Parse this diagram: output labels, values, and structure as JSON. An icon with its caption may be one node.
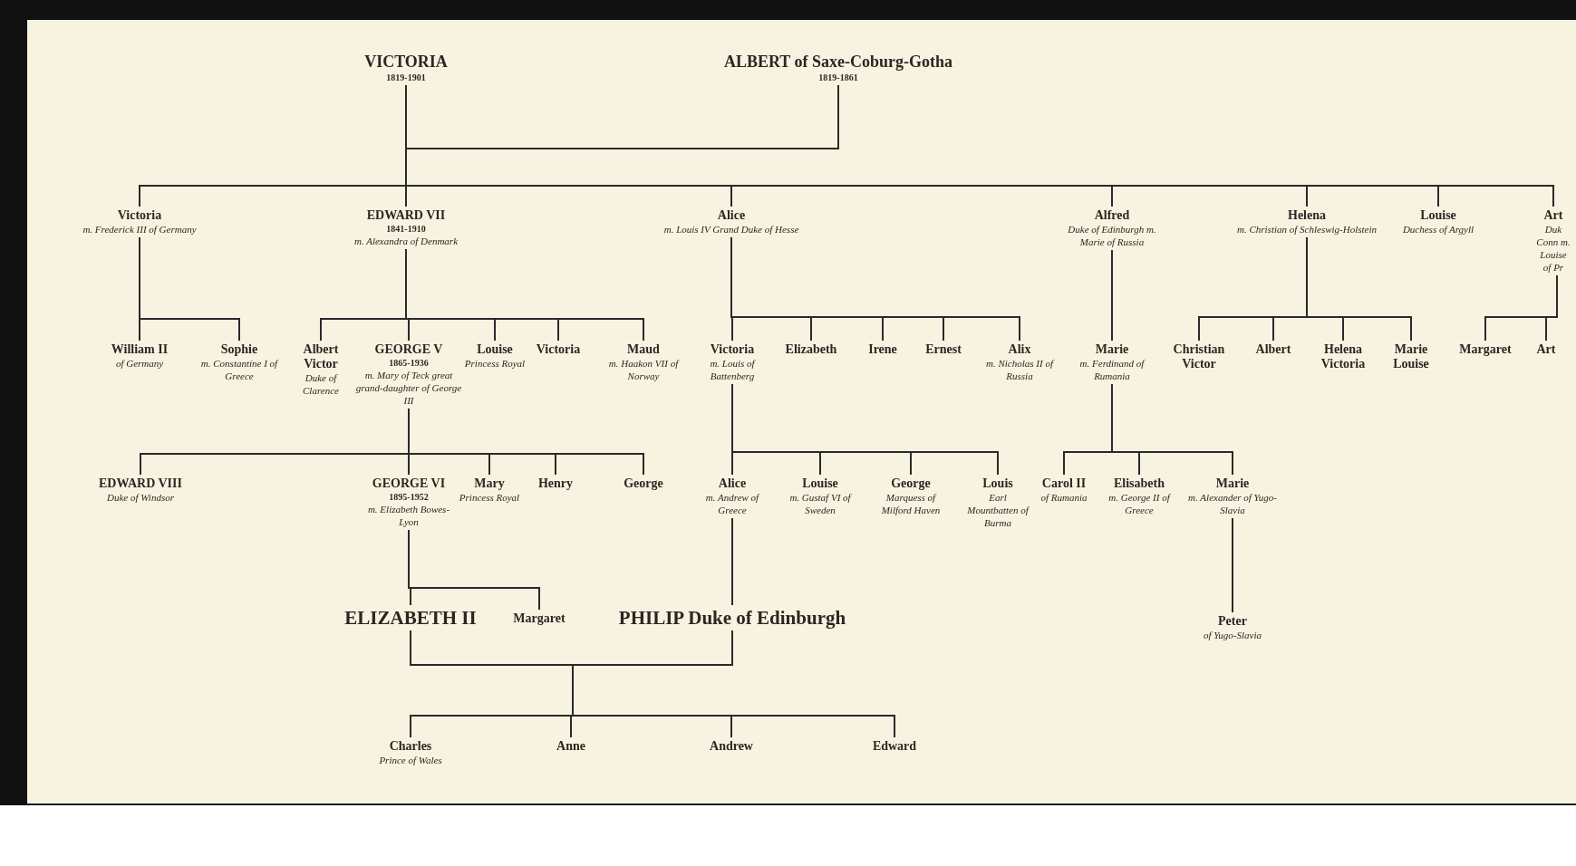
{
  "diagram": {
    "nodes": [
      {
        "text": [
          "VICTORIA",
          "1819-1901"
        ]
      },
      {
        "text": [
          "ALBERT of Saxe-Coburg-Gotha",
          "1819-1861"
        ]
      },
      {
        "text": [
          "Victoria",
          "m. Frederick III of Germany"
        ]
      },
      {
        "text": [
          "EDWARD VII",
          "1841-1910",
          "m. Alexandra of Denmark"
        ]
      },
      {
        "text": [
          "Alice",
          "m. Louis IV Grand Duke of Hesse"
        ]
      },
      {
        "text": [
          "Alfred",
          "Duke of Edinburgh m. Marie of Russia"
        ]
      },
      {
        "text": [
          "Helena",
          "m. Christian of Schleswig-Holstein"
        ]
      },
      {
        "text": [
          "Louise",
          "Duchess of Argyll"
        ]
      },
      {
        "text": [
          "Art",
          "Duk Conn m. Louise of Pr"
        ]
      },
      {
        "text": [
          "William II",
          "of Germany"
        ]
      },
      {
        "text": [
          "Sophie",
          "m. Constantine I of Greece"
        ]
      },
      {
        "text": [
          "Albert Victor",
          "Duke of Clarence"
        ]
      },
      {
        "text": [
          "GEORGE V",
          "1865-1936",
          "m. Mary of Teck great grand-daughter of George III"
        ]
      },
      {
        "text": [
          "Louise",
          "Princess Royal"
        ]
      },
      {
        "text": [
          "Victoria"
        ]
      },
      {
        "text": [
          "Maud",
          "m. Haakon VII of Norway"
        ]
      },
      {
        "text": [
          "Victoria",
          "m. Louis of Battenberg"
        ]
      },
      {
        "text": [
          "Elizabeth"
        ]
      },
      {
        "text": [
          "Irene"
        ]
      },
      {
        "text": [
          "Ernest"
        ]
      },
      {
        "text": [
          "Alix",
          "m. Nicholas II of Russia"
        ]
      },
      {
        "text": [
          "Marie",
          "m. Ferdinand of Rumania"
        ]
      },
      {
        "text": [
          "Christian Victor"
        ]
      },
      {
        "text": [
          "Albert"
        ]
      },
      {
        "text": [
          "Helena Victoria"
        ]
      },
      {
        "text": [
          "Marie Louise"
        ]
      },
      {
        "text": [
          "Margaret"
        ]
      },
      {
        "text": [
          "Art"
        ]
      },
      {
        "text": [
          "EDWARD VIII",
          "Duke of Windsor"
        ]
      },
      {
        "text": [
          "GEORGE VI",
          "1895-1952",
          "m. Elizabeth Bowes-Lyon"
        ]
      },
      {
        "text": [
          "Mary",
          "Princess Royal"
        ]
      },
      {
        "text": [
          "Henry"
        ]
      },
      {
        "text": [
          "George"
        ]
      },
      {
        "text": [
          "Alice",
          "m. Andrew of Greece"
        ]
      },
      {
        "text": [
          "Louise",
          "m. Gustaf VI of Sweden"
        ]
      },
      {
        "text": [
          "George",
          "Marquess of Milford Haven"
        ]
      },
      {
        "text": [
          "Louis",
          "Earl Mountbatten of Burma"
        ]
      },
      {
        "text": [
          "Carol II",
          "of Rumania"
        ]
      },
      {
        "text": [
          "Elisabeth",
          "m. George II of Greece"
        ]
      },
      {
        "text": [
          "Marie",
          "m. Alexander of Yugo-Slavia"
        ]
      },
      {
        "text": [
          "ELIZABETH II"
        ]
      },
      {
        "text": [
          "Margaret"
        ]
      },
      {
        "text": [
          "PHILIP Duke of Edinburgh"
        ]
      },
      {
        "text": [
          "Peter",
          "of Yugo-Slavia"
        ]
      },
      {
        "text": [
          "Charles",
          "Prince of Wales"
        ]
      },
      {
        "text": [
          "Anne"
        ]
      },
      {
        "text": [
          "Andrew"
        ]
      },
      {
        "text": [
          "Edward"
        ]
      }
    ],
    "edges": [
      {
        "from": 0,
        "to": 1,
        "arrow": "none"
      },
      {
        "from": 0,
        "to": 2,
        "arrow": "none"
      },
      {
        "from": 0,
        "to": 3,
        "arrow": "none"
      },
      {
        "from": 0,
        "to": 4,
        "arrow": "none"
      },
      {
        "from": 0,
        "to": 5,
        "arrow": "none"
      },
      {
        "from": 0,
        "to": 6,
        "arrow": "none"
      },
      {
        "from": 0,
        "to": 7,
        "arrow": "none"
      },
      {
        "from": 0,
        "to": 8,
        "arrow": "none"
      },
      {
        "from": 2,
        "to": 9,
        "arrow": "none"
      },
      {
        "from": 2,
        "to": 10,
        "arrow": "none"
      },
      {
        "from": 3,
        "to": 11,
        "arrow": "none"
      },
      {
        "from": 3,
        "to": 12,
        "arrow": "none"
      },
      {
        "from": 3,
        "to": 13,
        "arrow": "none"
      },
      {
        "from": 3,
        "to": 14,
        "arrow": "none"
      },
      {
        "from": 3,
        "to": 15,
        "arrow": "none"
      },
      {
        "from": 4,
        "to": 16,
        "arrow": "none"
      },
      {
        "from": 4,
        "to": 17,
        "arrow": "none"
      },
      {
        "from": 4,
        "to": 18,
        "arrow": "none"
      },
      {
        "from": 4,
        "to": 19,
        "arrow": "none"
      },
      {
        "from": 4,
        "to": 20,
        "arrow": "none"
      },
      {
        "from": 5,
        "to": 21,
        "arrow": "none"
      },
      {
        "from": 6,
        "to": 22,
        "arrow": "none"
      },
      {
        "from": 6,
        "to": 23,
        "arrow": "none"
      },
      {
        "from": 6,
        "to": 24,
        "arrow": "none"
      },
      {
        "from": 6,
        "to": 25,
        "arrow": "none"
      },
      {
        "from": 8,
        "to": 26,
        "arrow": "none"
      },
      {
        "from": 8,
        "to": 27,
        "arrow": "none"
      },
      {
        "from": 12,
        "to": 28,
        "arrow": "none"
      },
      {
        "from": 12,
        "to": 29,
        "arrow": "none"
      },
      {
        "from": 12,
        "to": 30,
        "arrow": "none"
      },
      {
        "from": 12,
        "to": 31,
        "arrow": "none"
      },
      {
        "from": 12,
        "to": 32,
        "arrow": "none"
      },
      {
        "from": 16,
        "to": 33,
        "arrow": "none"
      },
      {
        "from": 16,
        "to": 34,
        "arrow": "none"
      },
      {
        "from": 16,
        "to": 35,
        "arrow": "none"
      },
      {
        "from": 16,
        "to": 36,
        "arrow": "none"
      },
      {
        "from": 21,
        "to": 37,
        "arrow": "none"
      },
      {
        "from": 21,
        "to": 38,
        "arrow": "none"
      },
      {
        "from": 21,
        "to": 39,
        "arrow": "none"
      },
      {
        "from": 29,
        "to": 40,
        "arrow": "none"
      },
      {
        "from": 29,
        "to": 41,
        "arrow": "none"
      },
      {
        "from": 33,
        "to": 42,
        "arrow": "none"
      },
      {
        "from": 39,
        "to": 43,
        "arrow": "none"
      },
      {
        "from": 40,
        "to": 42,
        "arrow": "none"
      },
      {
        "from": 40,
        "to": 44,
        "arrow": "none"
      },
      {
        "from": 40,
        "to": 45,
        "arrow": "none"
      },
      {
        "from": 40,
        "to": 46,
        "arrow": "none"
      },
      {
        "from": 40,
        "to": 47,
        "arrow": "none"
      }
    ]
  }
}
